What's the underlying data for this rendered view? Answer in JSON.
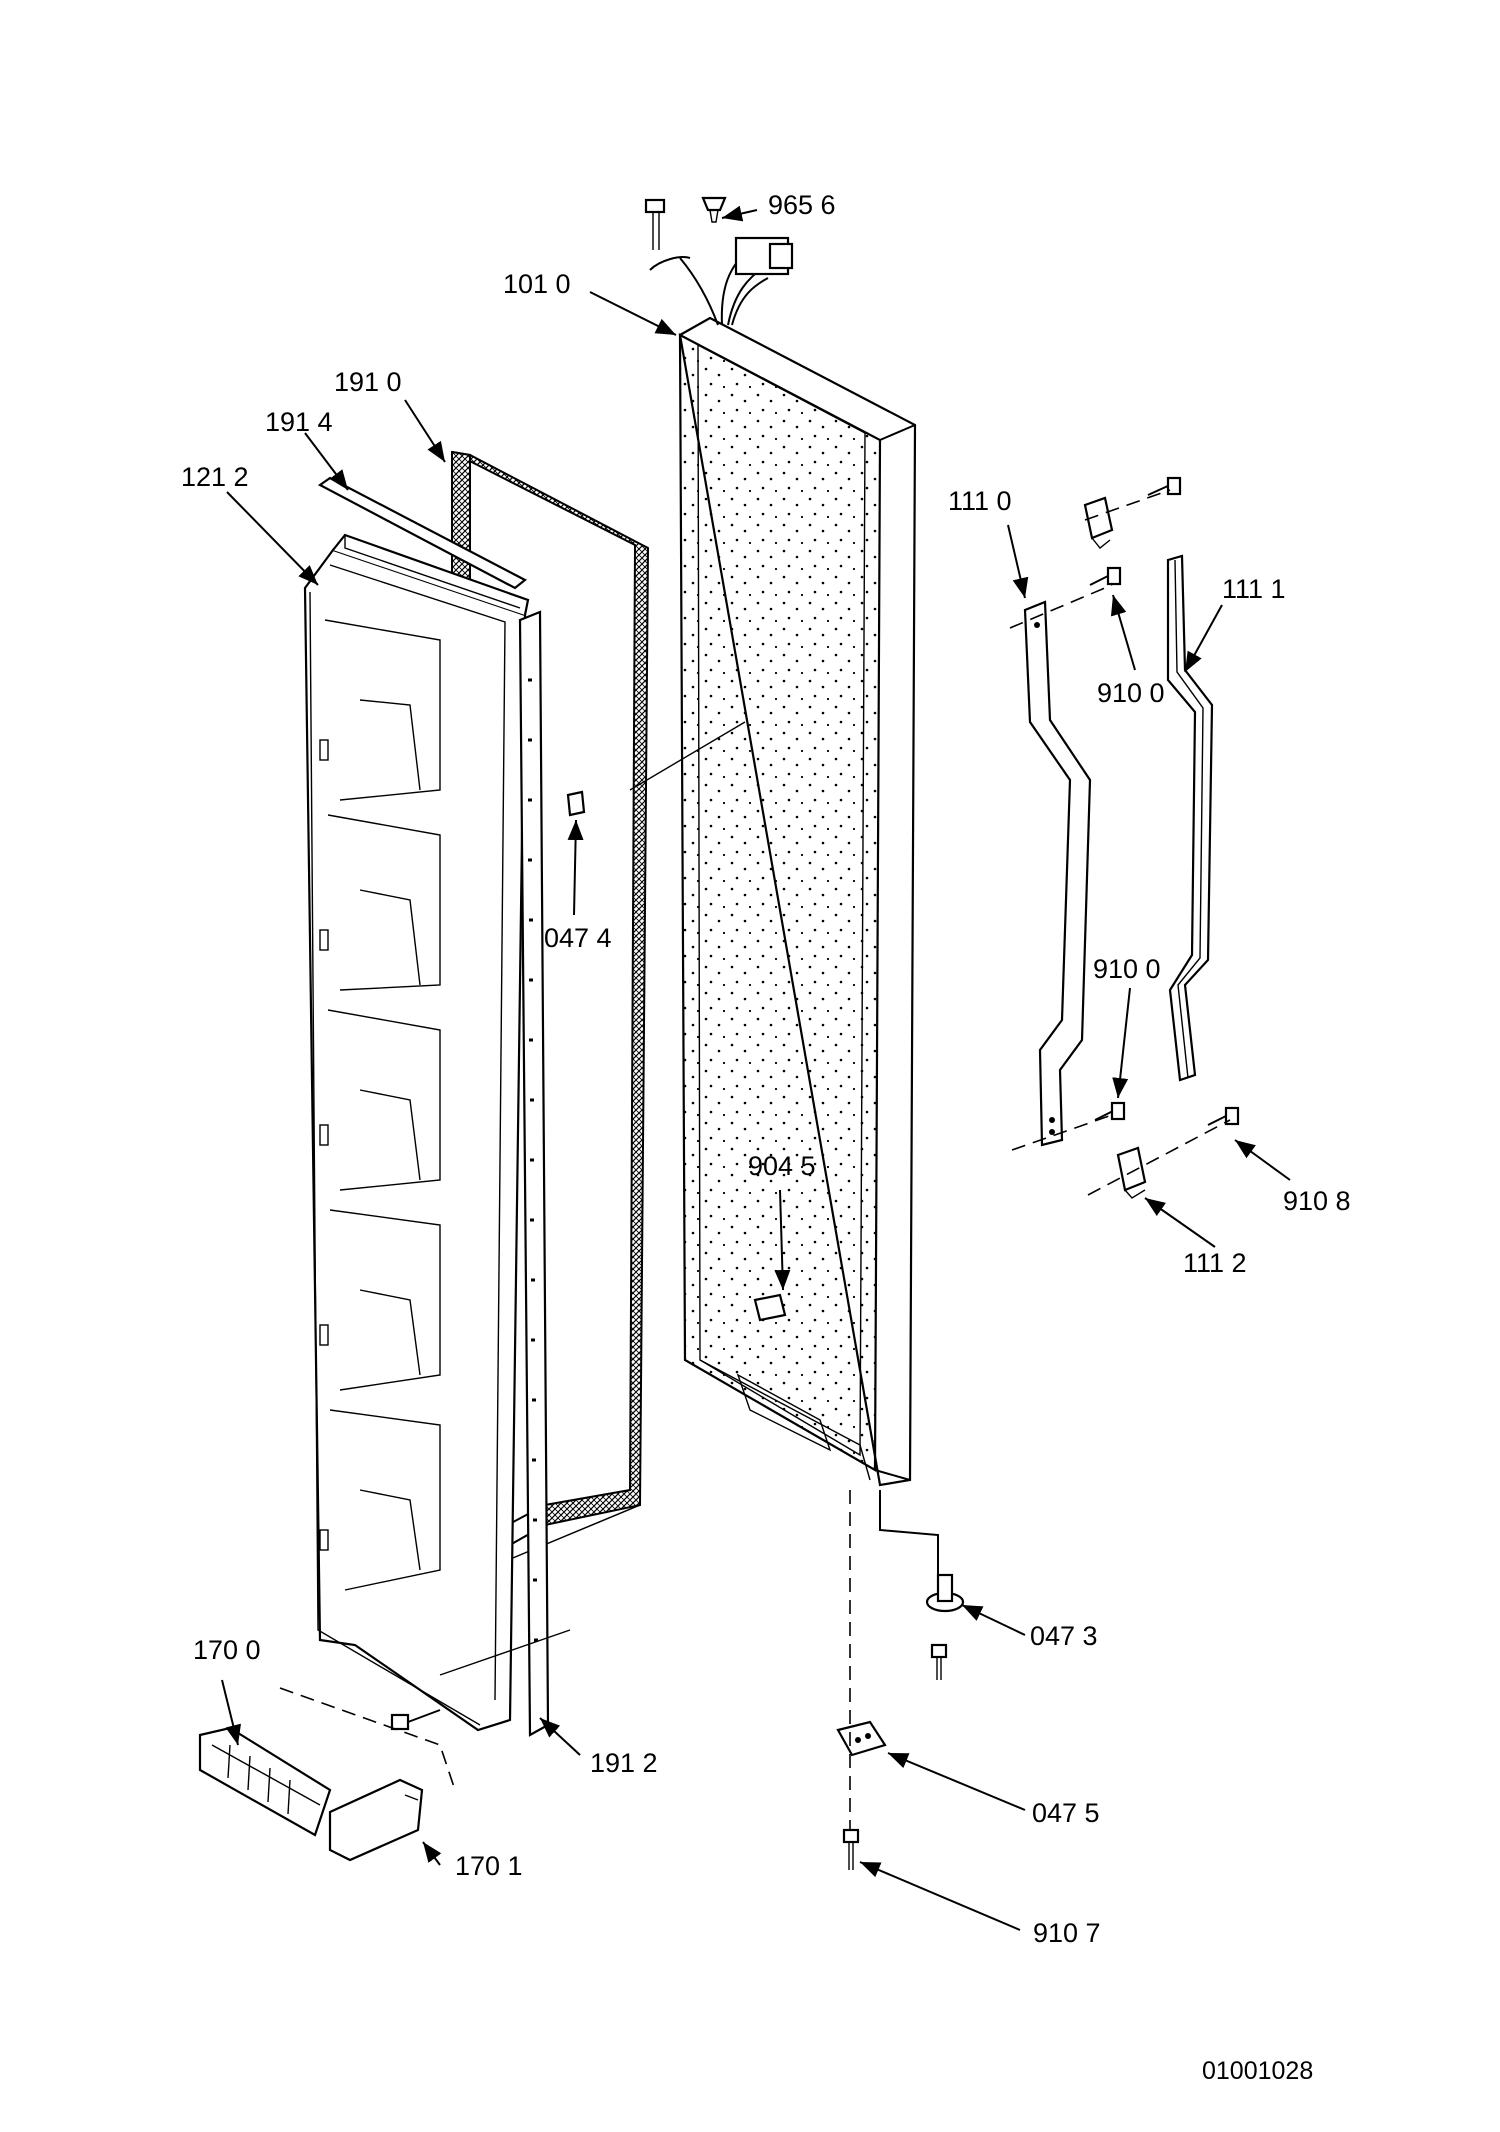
{
  "diagram": {
    "document_code": "01001028",
    "callouts": {
      "c9656": "965 6",
      "c1010": "101 0",
      "c1910": "191 0",
      "c1914": "191 4",
      "c1212": "121 2",
      "c0474": "047 4",
      "c1110": "111 0",
      "c1111": "111 1",
      "c9100a": "910 0",
      "c9100b": "910 0",
      "c9045": "904 5",
      "c9108": "910 8",
      "c1112": "111 2",
      "c0473": "047 3",
      "c1700": "170 0",
      "c1912": "191 2",
      "c0475": "047 5",
      "c1701": "170 1",
      "c9107": "910 7"
    }
  }
}
